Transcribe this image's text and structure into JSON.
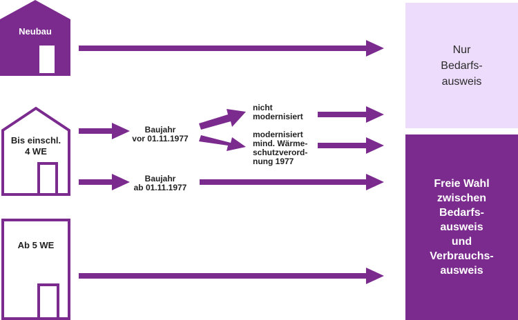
{
  "colors": {
    "primary": "#7b2a8e",
    "light": "#eddcfb",
    "text": "#1f1f1f",
    "white": "#ffffff"
  },
  "houses": {
    "neubau": "Neubau",
    "small": "Bis einschl.\n4 WE",
    "large": "Ab 5 WE"
  },
  "conditions": {
    "before": "Baujahr\nvor 01.11.1977",
    "after": "Baujahr\nab 01.11.1977",
    "not_modernized": "nicht\nmodernisiert",
    "modernized": "modernisiert\nmind. Wärme-\nschutzverord-\nnung 1977"
  },
  "results": {
    "bedarf": "Nur\nBedarfs-\nausweis",
    "wahl": "Freie Wahl\nzwischen\nBedarfs-\nausweis\nund\nVerbrauchs-\nausweis"
  }
}
